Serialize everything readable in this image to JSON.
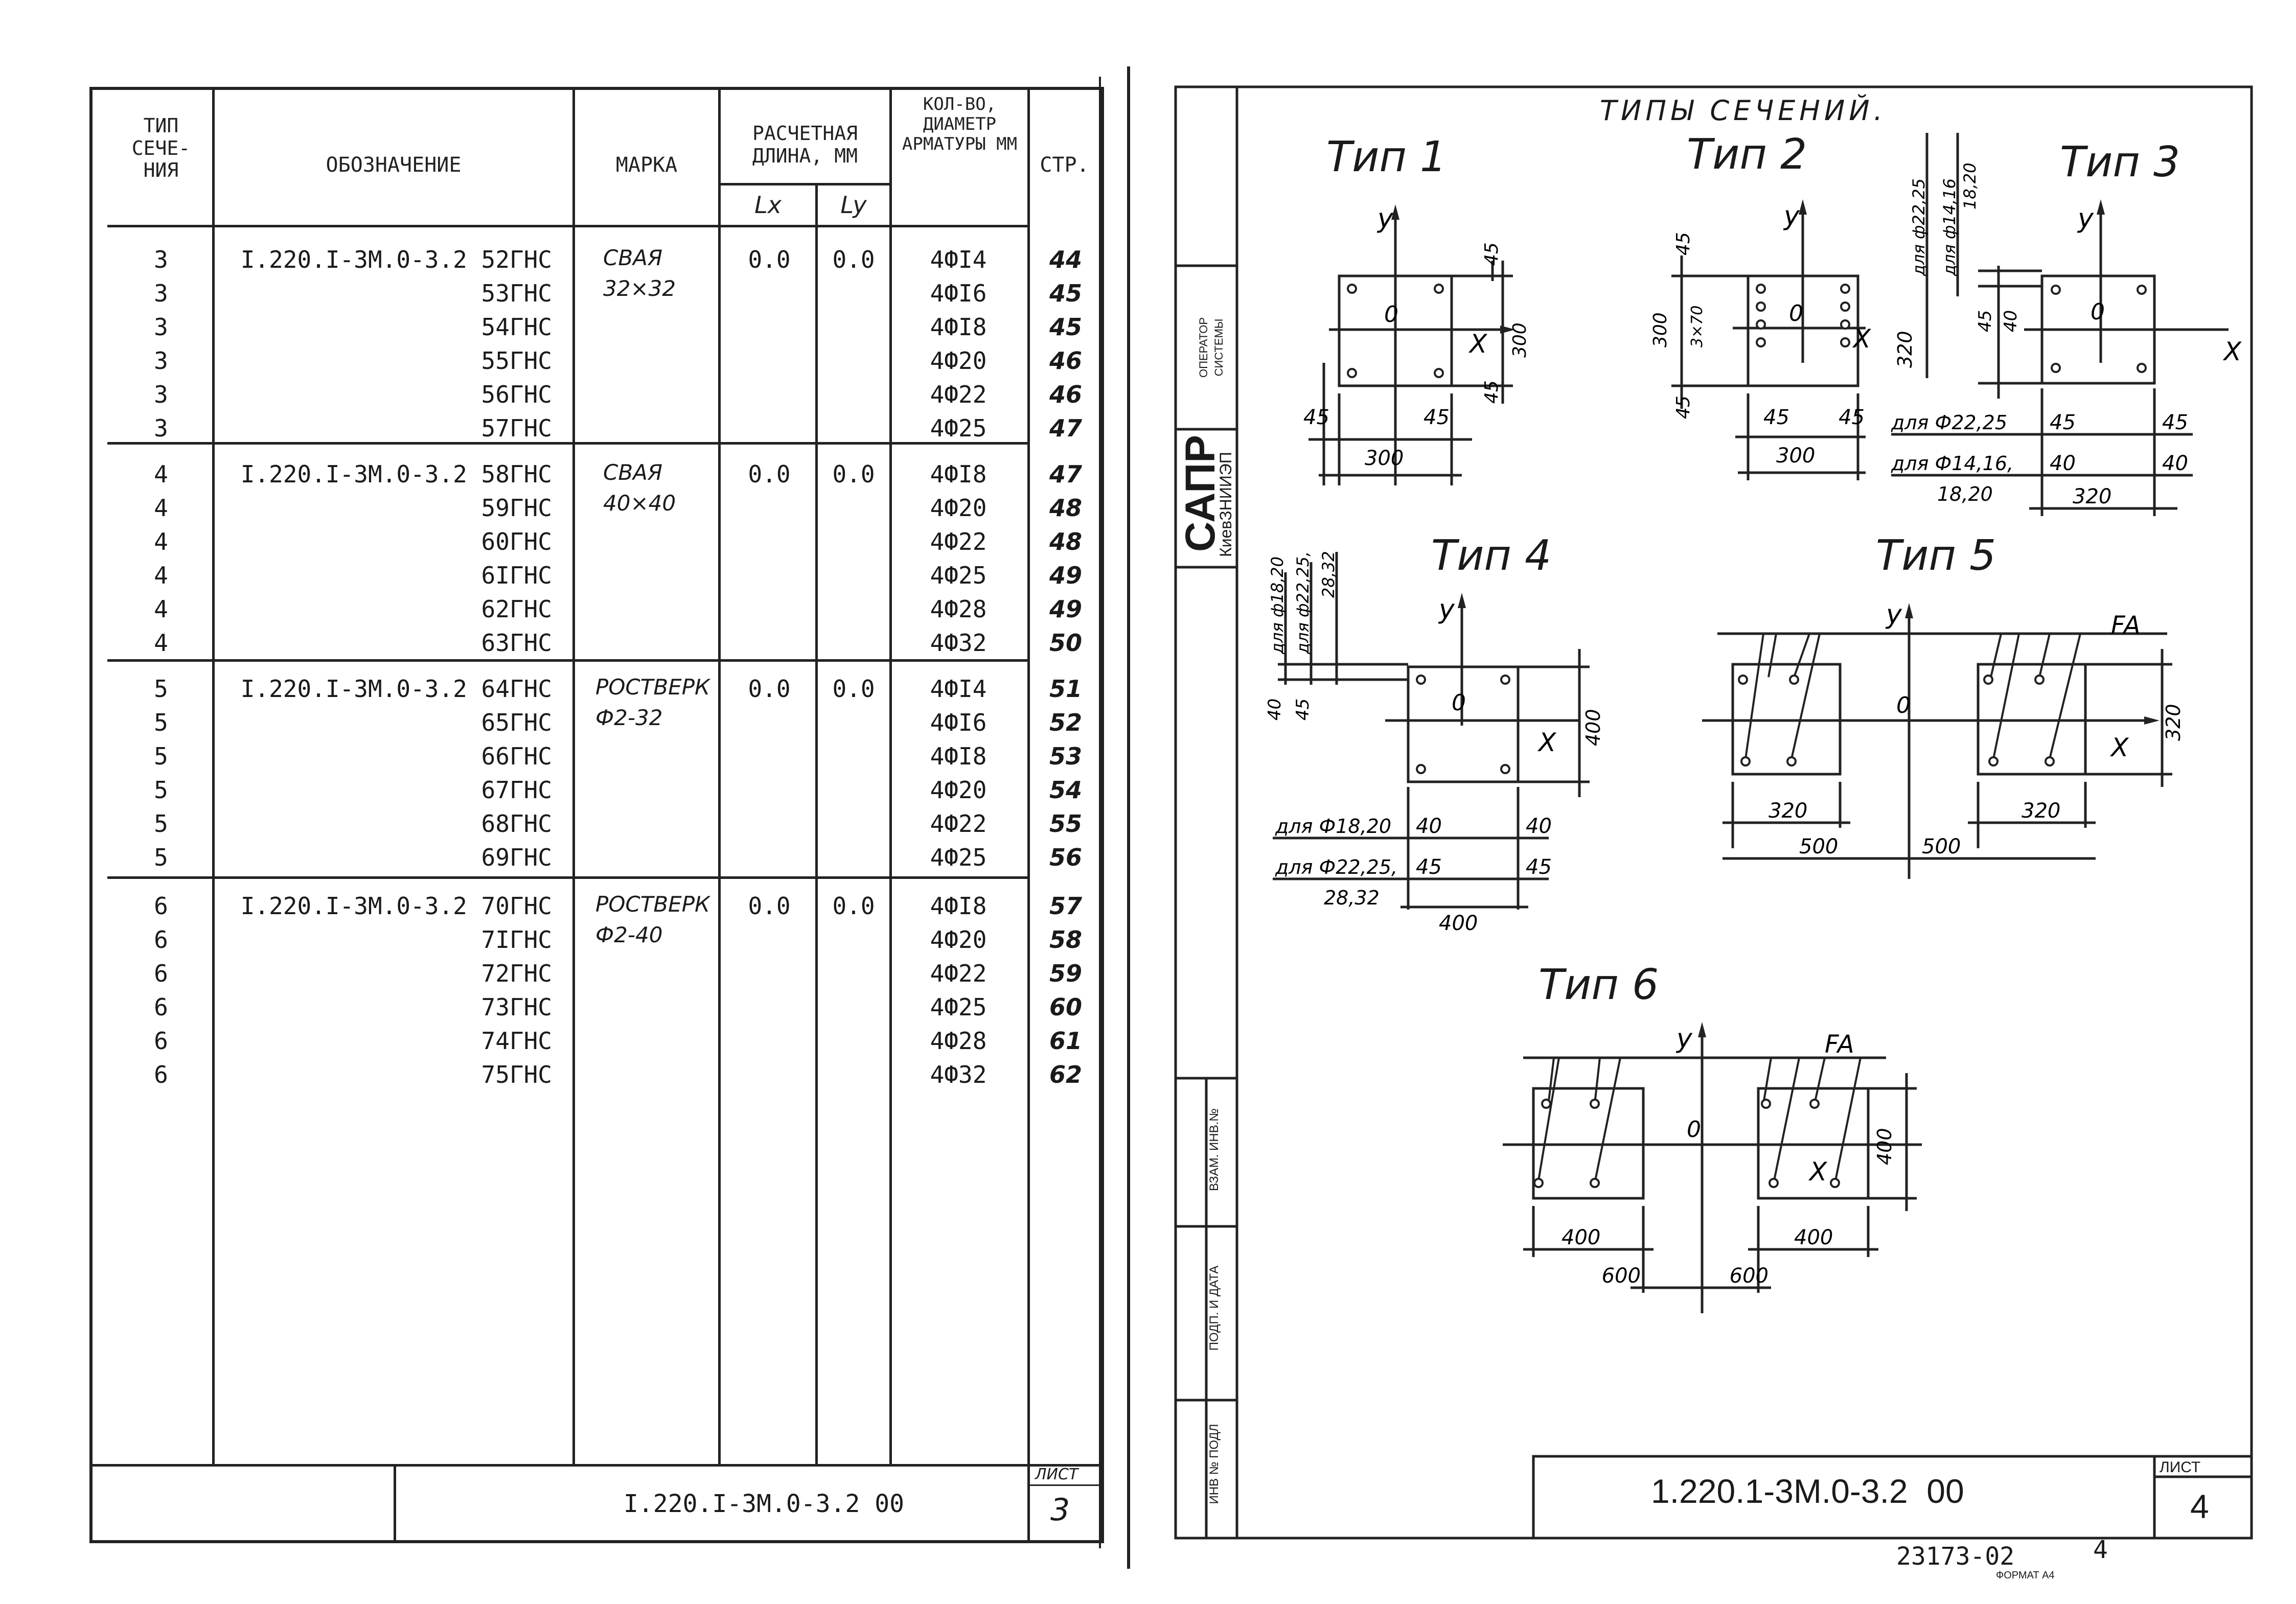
{
  "left_sheet": {
    "header": {
      "type": "ТИП СЕЧЕ- НИЯ",
      "designation": "ОБОЗНАЧЕНИЕ",
      "mark": "МАРКА",
      "calc_length": "РАСЧЕТНАЯ ДЛИНА, ММ",
      "lx": "Lx",
      "ly": "Ly",
      "rebar": "КОЛ-ВО, ДИАМЕТР АРМАТУРЫ ММ",
      "page": "СТР."
    },
    "groups": [
      {
        "mark": "СВАЯ 32×32",
        "lx": "0.0",
        "ly": "0.0",
        "rows": [
          {
            "type": "3",
            "designation": "I.220.I-3M.0-3.2 52ГНС",
            "rebar": "4ФI4",
            "page": "44"
          },
          {
            "type": "3",
            "designation": "53ГНС",
            "rebar": "4ФI6",
            "page": "45"
          },
          {
            "type": "3",
            "designation": "54ГНС",
            "rebar": "4ФI8",
            "page": "45"
          },
          {
            "type": "3",
            "designation": "55ГНС",
            "rebar": "4Ф20",
            "page": "46"
          },
          {
            "type": "3",
            "designation": "56ГНС",
            "rebar": "4Ф22",
            "page": "46"
          },
          {
            "type": "3",
            "designation": "57ГНС",
            "rebar": "4Ф25",
            "page": "47"
          }
        ]
      },
      {
        "mark": "СВАЯ 40×40",
        "lx": "0.0",
        "ly": "0.0",
        "rows": [
          {
            "type": "4",
            "designation": "I.220.I-3M.0-3.2 58ГНС",
            "rebar": "4ФI8",
            "page": "47"
          },
          {
            "type": "4",
            "designation": "59ГНС",
            "rebar": "4Ф20",
            "page": "48"
          },
          {
            "type": "4",
            "designation": "60ГНС",
            "rebar": "4Ф22",
            "page": "48"
          },
          {
            "type": "4",
            "designation": "6IГНС",
            "rebar": "4Ф25",
            "page": "49"
          },
          {
            "type": "4",
            "designation": "62ГНС",
            "rebar": "4Ф28",
            "page": "49"
          },
          {
            "type": "4",
            "designation": "63ГНС",
            "rebar": "4Ф32",
            "page": "50"
          }
        ]
      },
      {
        "mark": "РОСТВЕРК Ф2-32",
        "lx": "0.0",
        "ly": "0.0",
        "rows": [
          {
            "type": "5",
            "designation": "I.220.I-3M.0-3.2 64ГНС",
            "rebar": "4ФI4",
            "page": "51"
          },
          {
            "type": "5",
            "designation": "65ГНС",
            "rebar": "4ФI6",
            "page": "52"
          },
          {
            "type": "5",
            "designation": "66ГНС",
            "rebar": "4ФI8",
            "page": "53"
          },
          {
            "type": "5",
            "designation": "67ГНС",
            "rebar": "4Ф20",
            "page": "54"
          },
          {
            "type": "5",
            "designation": "68ГНС",
            "rebar": "4Ф22",
            "page": "55"
          },
          {
            "type": "5",
            "designation": "69ГНС",
            "rebar": "4Ф25",
            "page": "56"
          }
        ]
      },
      {
        "mark": "РОСТВЕРК Ф2-40",
        "lx": "0.0",
        "ly": "0.0",
        "rows": [
          {
            "type": "6",
            "designation": "I.220.I-3M.0-3.2 70ГНС",
            "rebar": "4ФI8",
            "page": "57"
          },
          {
            "type": "6",
            "designation": "7IГНС",
            "rebar": "4Ф20",
            "page": "58"
          },
          {
            "type": "6",
            "designation": "72ГНС",
            "rebar": "4Ф22",
            "page": "59"
          },
          {
            "type": "6",
            "designation": "73ГНС",
            "rebar": "4Ф25",
            "page": "60"
          },
          {
            "type": "6",
            "designation": "74ГНС",
            "rebar": "4Ф28",
            "page": "61"
          },
          {
            "type": "6",
            "designation": "75ГНС",
            "rebar": "4Ф32",
            "page": "62"
          }
        ]
      }
    ],
    "stamp": {
      "code": "I.220.I-3M.0-3.2 00",
      "sheet_label": "ЛИСТ",
      "sheet_no": "3"
    }
  },
  "right_sheet": {
    "title": "ТИПЫ СЕЧЕНИЙ.",
    "sapr": "САПР",
    "org": "КиевЗНИИЭП",
    "operator": "ОПЕРАТОР СИСТЕМЫ",
    "side_stamps": [
      "ВЗАМ. ИНВ.№",
      "ПОДП. И ДАТА",
      "ИНВ № ПОДЛ"
    ],
    "types": [
      {
        "label": "Тип 1"
      },
      {
        "label": "Тип 2"
      },
      {
        "label": "Тип 3"
      },
      {
        "label": "Тип 4"
      },
      {
        "label": "Тип 5"
      },
      {
        "label": "Тип 6"
      }
    ],
    "axis_labels": {
      "x": "X",
      "y": "y",
      "origin": "0",
      "fa": "FA"
    },
    "dims": {
      "t1": [
        "45",
        "300",
        "45",
        "45",
        "45",
        "300"
      ],
      "t2": [
        "45",
        "300",
        "3×70",
        "45",
        "45",
        "45",
        "300"
      ],
      "t3": [
        "для ф22,25",
        "для ф14,16, 18,20",
        "45",
        "40",
        "320",
        "для Ф22,25",
        "для Ф14,16,",
        "18,20",
        "45",
        "45",
        "40",
        "40",
        "320"
      ],
      "t4": [
        "для ф18,20",
        "для ф22,25, 28,32",
        "40",
        "45",
        "400",
        "для Ф18,20",
        "для Ф22,25,",
        "28,32",
        "40",
        "40",
        "45",
        "45",
        "400"
      ],
      "t5": [
        "320",
        "320",
        "500",
        "500",
        "320"
      ],
      "t6": [
        "400",
        "400",
        "600",
        "600",
        "400"
      ]
    },
    "stamp": {
      "code": "1.220.1-3М.0-3.2  00",
      "sheet_label": "ЛИСТ",
      "sheet_no": "4"
    },
    "footer": {
      "number": "23173-02",
      "sheet": "4",
      "format": "ФОРМАТ А4"
    }
  }
}
